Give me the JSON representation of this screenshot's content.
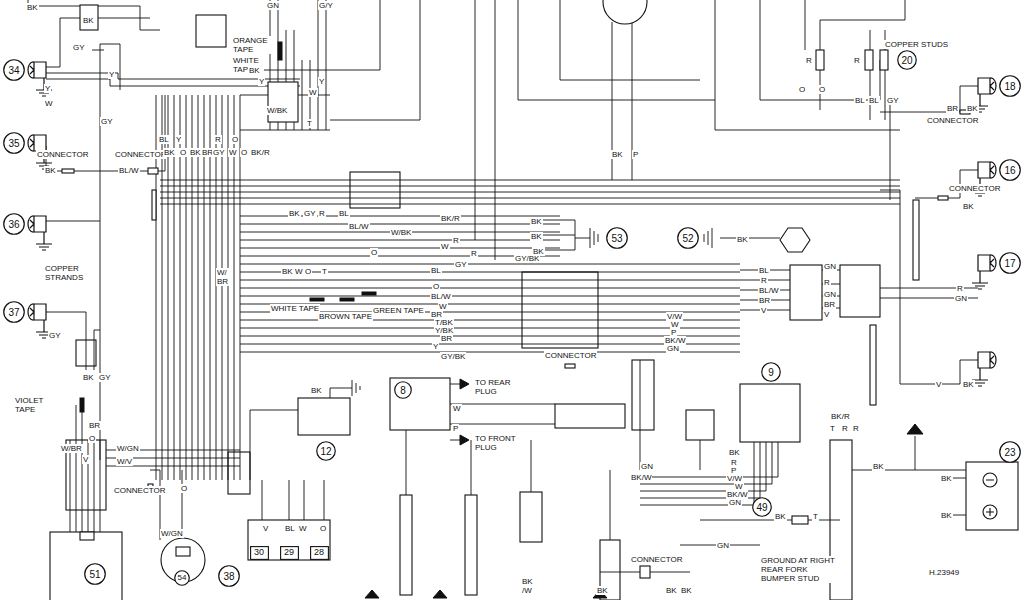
{
  "diagram": {
    "nodes": [
      {
        "text": [
          "34"
        ]
      },
      {
        "text": [
          "20"
        ]
      },
      {
        "text": [
          "18"
        ]
      },
      {
        "text": [
          "35"
        ]
      },
      {
        "text": [
          "16"
        ]
      },
      {
        "text": [
          "36"
        ]
      },
      {
        "text": [
          "53"
        ]
      },
      {
        "text": [
          "52"
        ]
      },
      {
        "text": [
          "17"
        ]
      },
      {
        "text": [
          "37"
        ]
      },
      {
        "text": [
          "8"
        ]
      },
      {
        "text": [
          "9"
        ]
      },
      {
        "text": [
          "12"
        ]
      },
      {
        "text": [
          "23"
        ]
      },
      {
        "text": [
          "49"
        ]
      },
      {
        "text": [
          "30"
        ]
      },
      {
        "text": [
          "29"
        ]
      },
      {
        "text": [
          "28"
        ]
      },
      {
        "text": [
          "51"
        ]
      },
      {
        "text": [
          "54"
        ]
      },
      {
        "text": [
          "38"
        ]
      }
    ],
    "labels": [
      "BK",
      "BK",
      "GY",
      "Y",
      "Y",
      "W",
      "GY",
      "CONNECTOR",
      "CONNECTOR",
      "BK",
      "BL/W",
      "COPPER STRANDS",
      "GY",
      "BK",
      "GY",
      "VIOLET TAPE",
      "BR",
      "O",
      "W/BR",
      "V",
      "W/GN",
      "W/V",
      "CONNECTOR",
      "O",
      "W/GN",
      "ORANGE TAPE",
      "WHITE TAPE",
      "GN",
      "G/Y",
      "BK",
      "Y",
      "Y",
      "W",
      "W/BK",
      "T",
      "BL",
      "Y",
      "R",
      "O",
      "BK",
      "O",
      "BK",
      "BR",
      "GY",
      "W",
      "O",
      "BK/R",
      "BK",
      "GY",
      "R",
      "BL",
      "BK/R",
      "BL/W",
      "W/BK",
      "R",
      "W",
      "BK",
      "BK",
      "BK",
      "O",
      "R",
      "GY",
      "GY/BK",
      "BK",
      "W",
      "O",
      "T",
      "BL",
      "O",
      "BL/W",
      "W",
      "BR",
      "T/BK",
      "Y/BK",
      "BR",
      "Y",
      "GY/BK",
      "WHITE TAPE",
      "BROWN TAPE",
      "GREEN TAPE",
      "W/ BR",
      "CONNECTOR",
      "V/W",
      "W",
      "P",
      "BK/W",
      "GN",
      "BL",
      "R",
      "BL/W",
      "BR",
      "V",
      "GN",
      "R",
      "GN",
      "BR",
      "V",
      "R",
      "GN",
      "V",
      "BK",
      "BR",
      "BK",
      "CONNECTOR",
      "CONNECTOR",
      "BK",
      "BK",
      "R",
      "R",
      "O",
      "O",
      "BL",
      "BL",
      "GY",
      "COPPER STUDS",
      "BK",
      "P",
      "BK",
      "W",
      "P",
      "TO REAR PLUG",
      "TO FRONT PLUG",
      "BK",
      "R",
      "P",
      "V/W",
      "W",
      "BK/W",
      "GN",
      "BK/R",
      "T",
      "R",
      "R",
      "BK",
      "BK",
      "BK",
      "GN",
      "BK/W",
      "BK",
      "T",
      "GN",
      "CONNECTOR",
      "GROUND AT RIGHT REAR FORK BUMPER STUD",
      "H.23949",
      "BK /W",
      "BK",
      "BK",
      "V",
      "BL",
      "W",
      "O",
      "BK"
    ]
  }
}
